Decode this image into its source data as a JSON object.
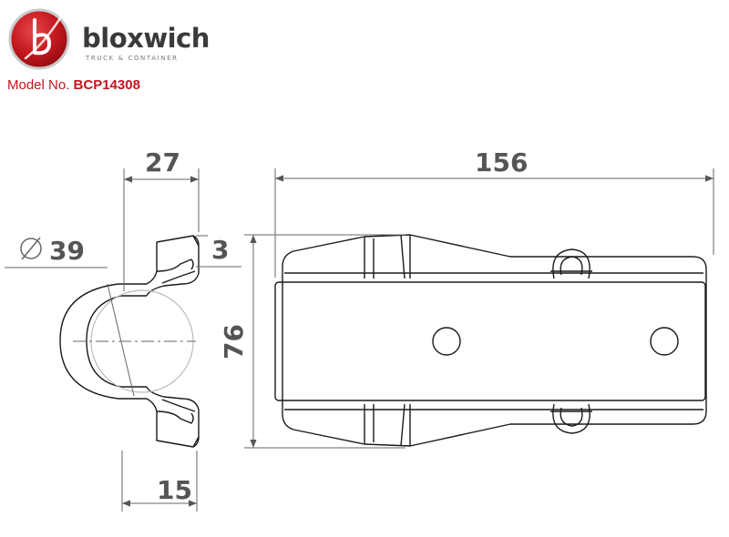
{
  "brand": {
    "name": "bloxwich",
    "tagline": "TRUCK & CONTAINER",
    "logo_letter": "b",
    "red": "#c0161c",
    "grey": "#3a3a3a"
  },
  "model": {
    "label": "Model No.",
    "number": "BCP14308"
  },
  "dimensions": {
    "diameter": "39",
    "diameter_symbol": "∅",
    "side_width": "27",
    "thickness": "3",
    "base_width": "15",
    "length": "156",
    "height": "76"
  },
  "colors": {
    "line": "#1a1a1a",
    "dim_text": "#555555",
    "dim_line": "#666666"
  }
}
